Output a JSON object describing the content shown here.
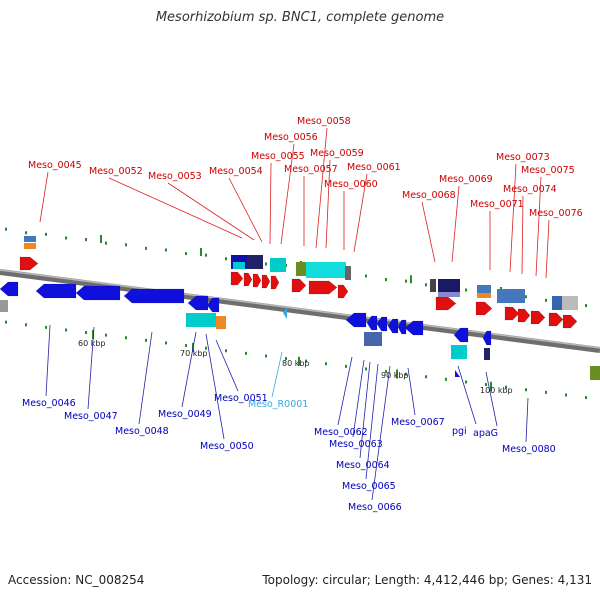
{
  "title": "Mesorhizobium sp. BNC1, complete genome",
  "accession": "Accession: NC_008254",
  "summary": "Topology: circular; Length: 4,412,446 bp; Genes: 4,131",
  "colors": {
    "top_label": "#cc0000",
    "bottom_label": "#0000bb",
    "rna_label": "#33aadd",
    "leader_top": "#dd2222",
    "leader_bottom": "#2222aa",
    "backbone": "#808080"
  },
  "scale_ticks": [
    "60 kbp",
    "70 kbp",
    "80 kbp",
    "90 kbp",
    "100 kbp"
  ],
  "top_labels": [
    "Meso_0045",
    "Meso_0052",
    "Meso_0053",
    "Meso_0054",
    "Meso_0055",
    "Meso_0056",
    "Meso_0057",
    "Meso_0058",
    "Meso_0059",
    "Meso_0060",
    "Meso_0061",
    "Meso_0068",
    "Meso_0069",
    "Meso_0071",
    "Meso_0073",
    "Meso_0074",
    "Meso_0075",
    "Meso_0076"
  ],
  "bottom_labels": [
    "Meso_0046",
    "Meso_0047",
    "Meso_0048",
    "Meso_0049",
    "Meso_0050",
    "Meso_0051",
    "Meso_R0001",
    "Meso_0062",
    "Meso_0063",
    "Meso_0064",
    "Meso_0065",
    "Meso_0066",
    "Meso_0067",
    "pgi",
    "apaG",
    "Meso_0080"
  ]
}
